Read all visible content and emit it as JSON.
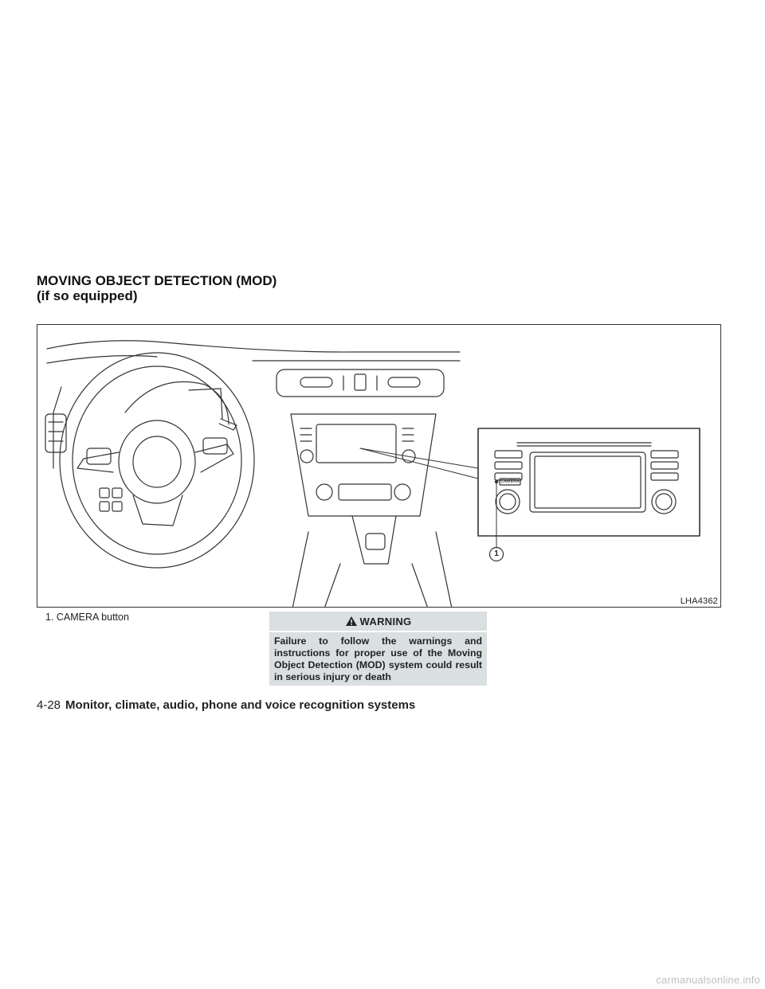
{
  "section": {
    "title_line1": "MOVING OBJECT DETECTION (MOD)",
    "title_line2": "(if so equipped)"
  },
  "figure": {
    "code": "LHA4362",
    "callout_number": "1",
    "camera_button_label": "CAMERA",
    "caption": "1. CAMERA button"
  },
  "warning": {
    "heading": "WARNING",
    "text": "Failure to follow the warnings and instructions for proper use of the Moving Object Detection (MOD) system could result in serious injury or death"
  },
  "footer": {
    "page_number": "4-28",
    "chapter": "Monitor, climate, audio, phone and voice recognition systems"
  },
  "watermark": "carmanualsonline.info",
  "colors": {
    "warning_bg": "#dadfe1",
    "text": "#1a1a1a"
  }
}
